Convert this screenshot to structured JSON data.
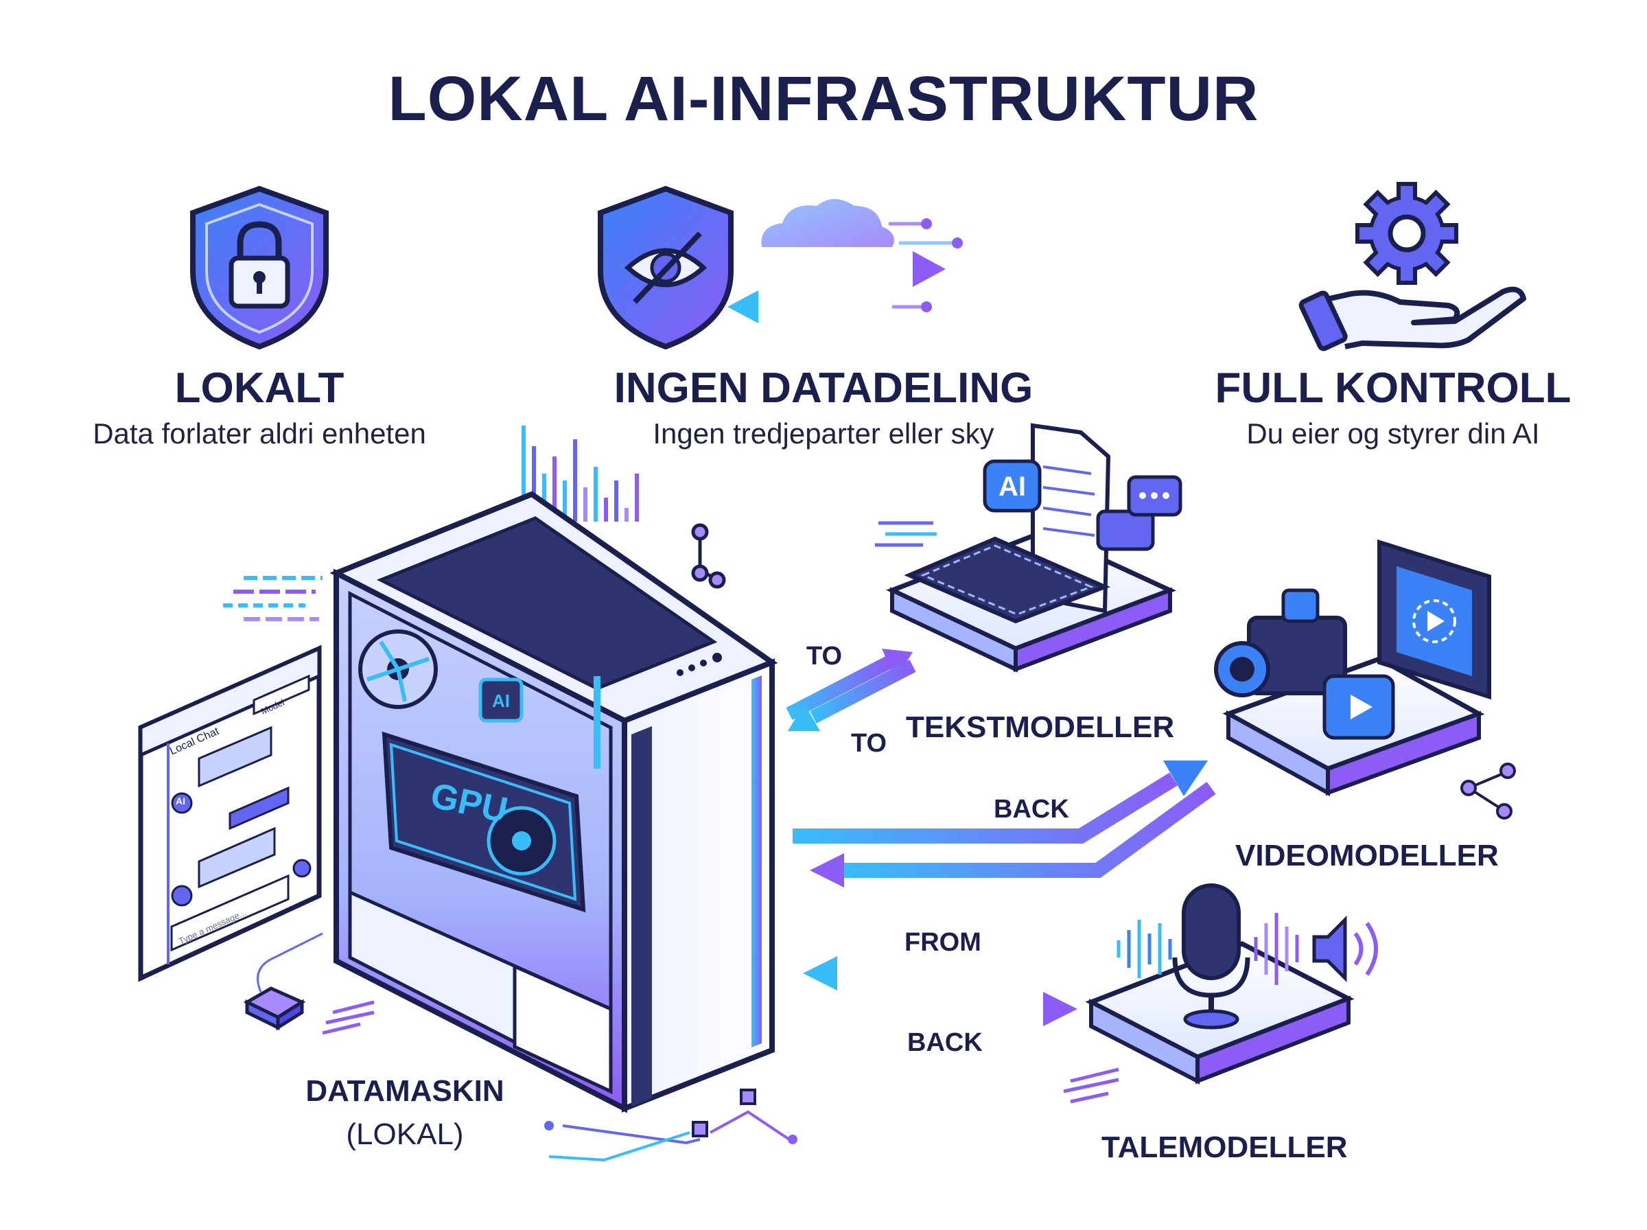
{
  "title": "LOKAL AI-INFRASTRUKTUR",
  "features": [
    {
      "heading": "LOKALT",
      "sub": "Data forlater aldri enheten",
      "icon": "shield-lock-icon"
    },
    {
      "heading": "INGEN DATADELING",
      "sub": "Ingen tredjeparter eller sky",
      "icon": "shield-eye-slash-icon"
    },
    {
      "heading": "FULL KONTROLL",
      "sub": "Du eier og styrer din AI",
      "icon": "hand-gear-icon"
    }
  ],
  "computer": {
    "label_line1": "DATAMASKIN",
    "label_line2": "(LOKAL)",
    "gpu_label": "GPU",
    "ai_chip_label": "AI"
  },
  "chat_window": {
    "title": "Local Chat",
    "dropdown": "Model",
    "ai_badge": "AI",
    "input_placeholder": "Type a message..."
  },
  "models": {
    "text": {
      "label": "TEKSTMODELLER",
      "ai_badge": "AI"
    },
    "video": {
      "label": "VIDEOMODELLER"
    },
    "speech": {
      "label": "TALEMODELLER"
    }
  },
  "arrow_labels": {
    "text_to_upper": "TO",
    "text_to_lower": "TO",
    "video_back": "BACK",
    "speech_from": "FROM",
    "speech_back": "BACK"
  },
  "colors": {
    "navy": "#1a1f4d",
    "purple": "#8b5cf6",
    "blue": "#3b82f6",
    "cyan": "#38bdf8",
    "indigo": "#4f46e5"
  }
}
